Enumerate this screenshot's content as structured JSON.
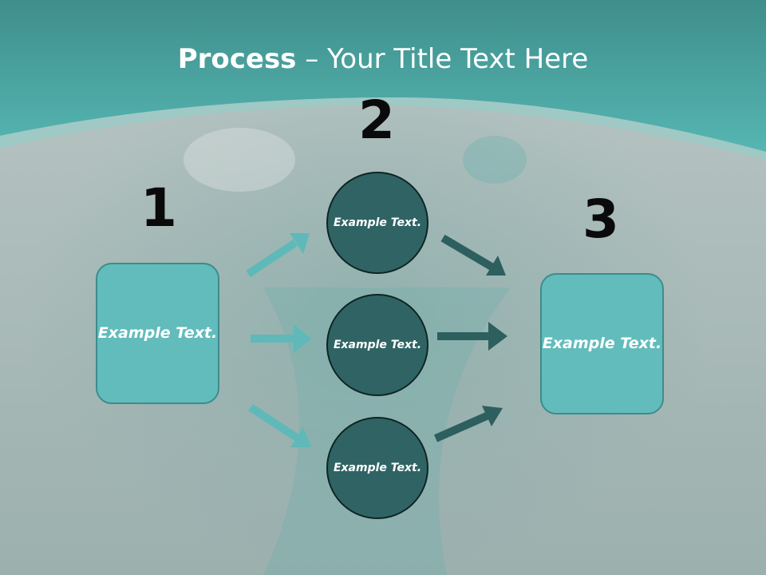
{
  "title": {
    "bold": "Process",
    "rest": " – Your Title Text Here"
  },
  "steps": [
    {
      "number": "1",
      "label": "Example Text."
    },
    {
      "number": "2"
    },
    {
      "number": "3",
      "label": "Example Text."
    }
  ],
  "circles": [
    {
      "label": "Example Text."
    },
    {
      "label": "Example Text."
    },
    {
      "label": "Example Text."
    }
  ],
  "colors": {
    "header": "#4aa9a6",
    "box_fill": "#62bcbc",
    "circle_fill": "#306464",
    "arrow_light": "#5fb9b9",
    "arrow_dark": "#2e5f5f"
  }
}
